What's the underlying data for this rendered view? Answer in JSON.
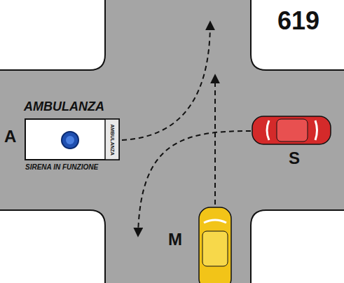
{
  "diagram": {
    "labels": [
      "619",
      "AMBULANZA",
      "A",
      "SIRENA IN FUNZIONE",
      "AMBULANZA",
      "S",
      "M"
    ]
  }
}
